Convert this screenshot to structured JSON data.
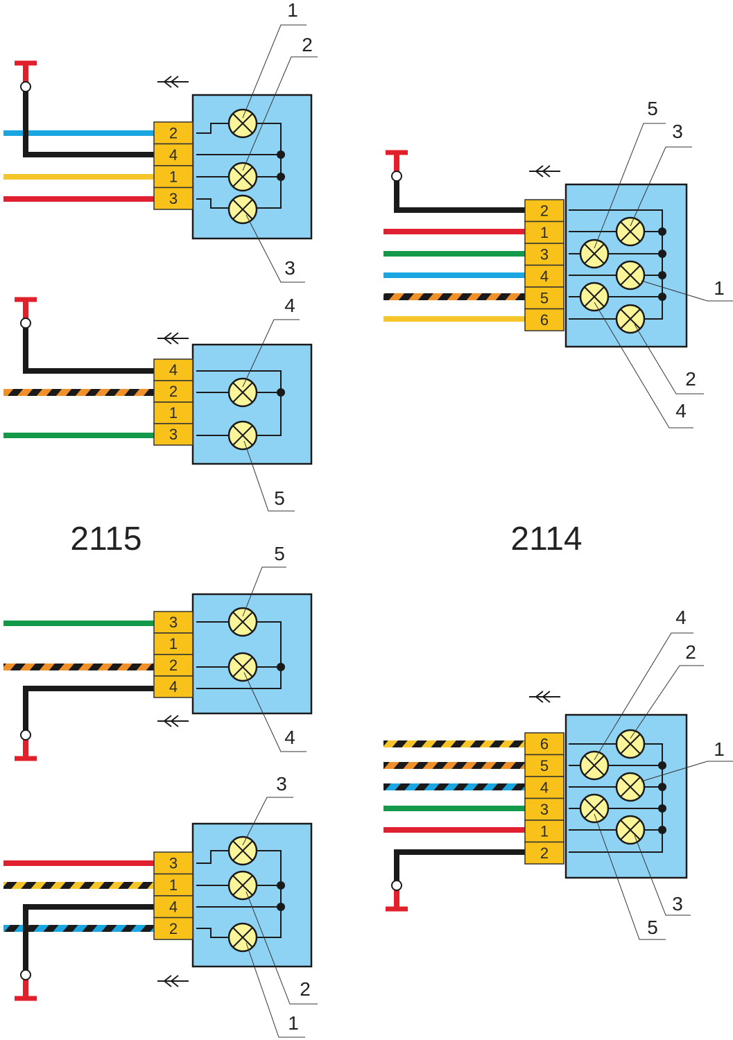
{
  "colors": {
    "block_fill": "#8fd3f4",
    "block_stroke": "#1a1a1a",
    "connector_fill": "#f8c21a",
    "lamp_fill": "#fbf59a",
    "ground_symbol": "#e0202a",
    "black": "#1a1a1a",
    "blue": "#1aa6e0",
    "yellow": "#f5c52a",
    "red": "#e02030",
    "green": "#129a4a",
    "orange": "#f0902a"
  },
  "models": [
    {
      "label": "2115"
    },
    {
      "label": "2114"
    }
  ],
  "diagrams": [
    {
      "id": "2115-top-1",
      "model": "2115",
      "connector_pins": [
        "2",
        "4",
        "1",
        "3"
      ],
      "wires": [
        "blue",
        "black",
        "yellow",
        "red"
      ],
      "ground_pin": "4",
      "callouts": [
        "1",
        "2",
        "3"
      ]
    },
    {
      "id": "2115-top-2",
      "model": "2115",
      "connector_pins": [
        "4",
        "2",
        "1",
        "3"
      ],
      "wires": [
        "black",
        "orange-black",
        "none",
        "green"
      ],
      "ground_pin": "4",
      "callouts": [
        "4",
        "5"
      ]
    },
    {
      "id": "2115-bottom-1",
      "model": "2115",
      "connector_pins": [
        "3",
        "1",
        "2",
        "4"
      ],
      "wires": [
        "green",
        "none",
        "orange-black",
        "black"
      ],
      "ground_pin": "4",
      "callouts": [
        "5",
        "4"
      ]
    },
    {
      "id": "2115-bottom-2",
      "model": "2115",
      "connector_pins": [
        "3",
        "1",
        "4",
        "2"
      ],
      "wires": [
        "red",
        "yellow-black",
        "black",
        "blue-black"
      ],
      "ground_pin": "4",
      "callouts": [
        "3",
        "2",
        "1"
      ]
    },
    {
      "id": "2114-top",
      "model": "2114",
      "connector_pins": [
        "2",
        "1",
        "3",
        "4",
        "5",
        "6"
      ],
      "wires": [
        "black",
        "red",
        "green",
        "blue",
        "orange-black",
        "yellow"
      ],
      "ground_pin": "2",
      "callouts": [
        "5",
        "3",
        "1",
        "2",
        "4"
      ]
    },
    {
      "id": "2114-bottom",
      "model": "2114",
      "connector_pins": [
        "6",
        "5",
        "4",
        "3",
        "1",
        "2"
      ],
      "wires": [
        "yellow-black",
        "orange-black",
        "blue-black",
        "green",
        "red",
        "black"
      ],
      "ground_pin": "2",
      "callouts": [
        "4",
        "2",
        "1",
        "3",
        "5"
      ]
    }
  ]
}
